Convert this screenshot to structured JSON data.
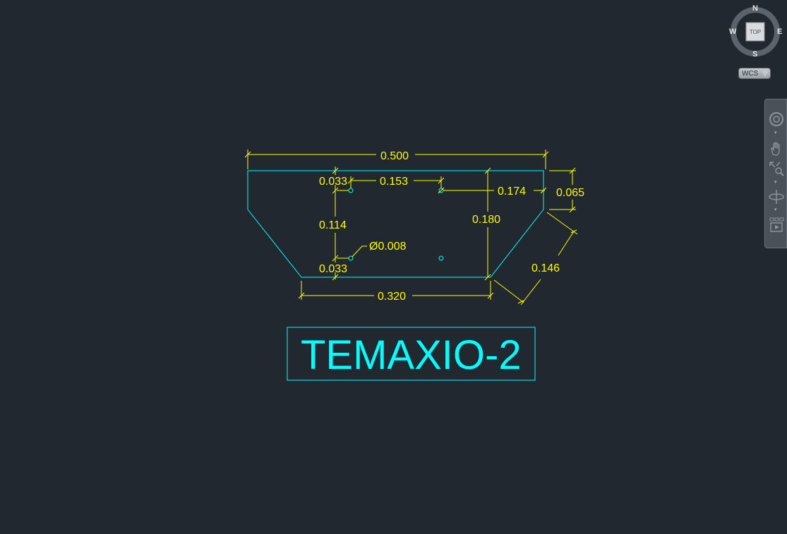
{
  "drawing": {
    "dimensions": {
      "overall_width": "0.500",
      "top_left_offset": "0.033",
      "hole_spacing": "0.153",
      "right_hole_offset": "0.174",
      "chamfer_height": "0.065",
      "hole_vertical_spacing": "0.114",
      "overall_height": "0.180",
      "hole_diameter": "Ø0.008",
      "bottom_left_offset": "0.033",
      "chamfer_length": "0.146",
      "bottom_width": "0.320"
    },
    "title": "TEMAXIO-2"
  },
  "viewcube": {
    "face_label": "TOP",
    "north": "N",
    "south": "S",
    "east": "E",
    "west": "W"
  },
  "ucs": {
    "label": "WCS"
  },
  "colors": {
    "background": "#212830",
    "geometry": "#00ffff",
    "dimension": "#ffff00"
  }
}
